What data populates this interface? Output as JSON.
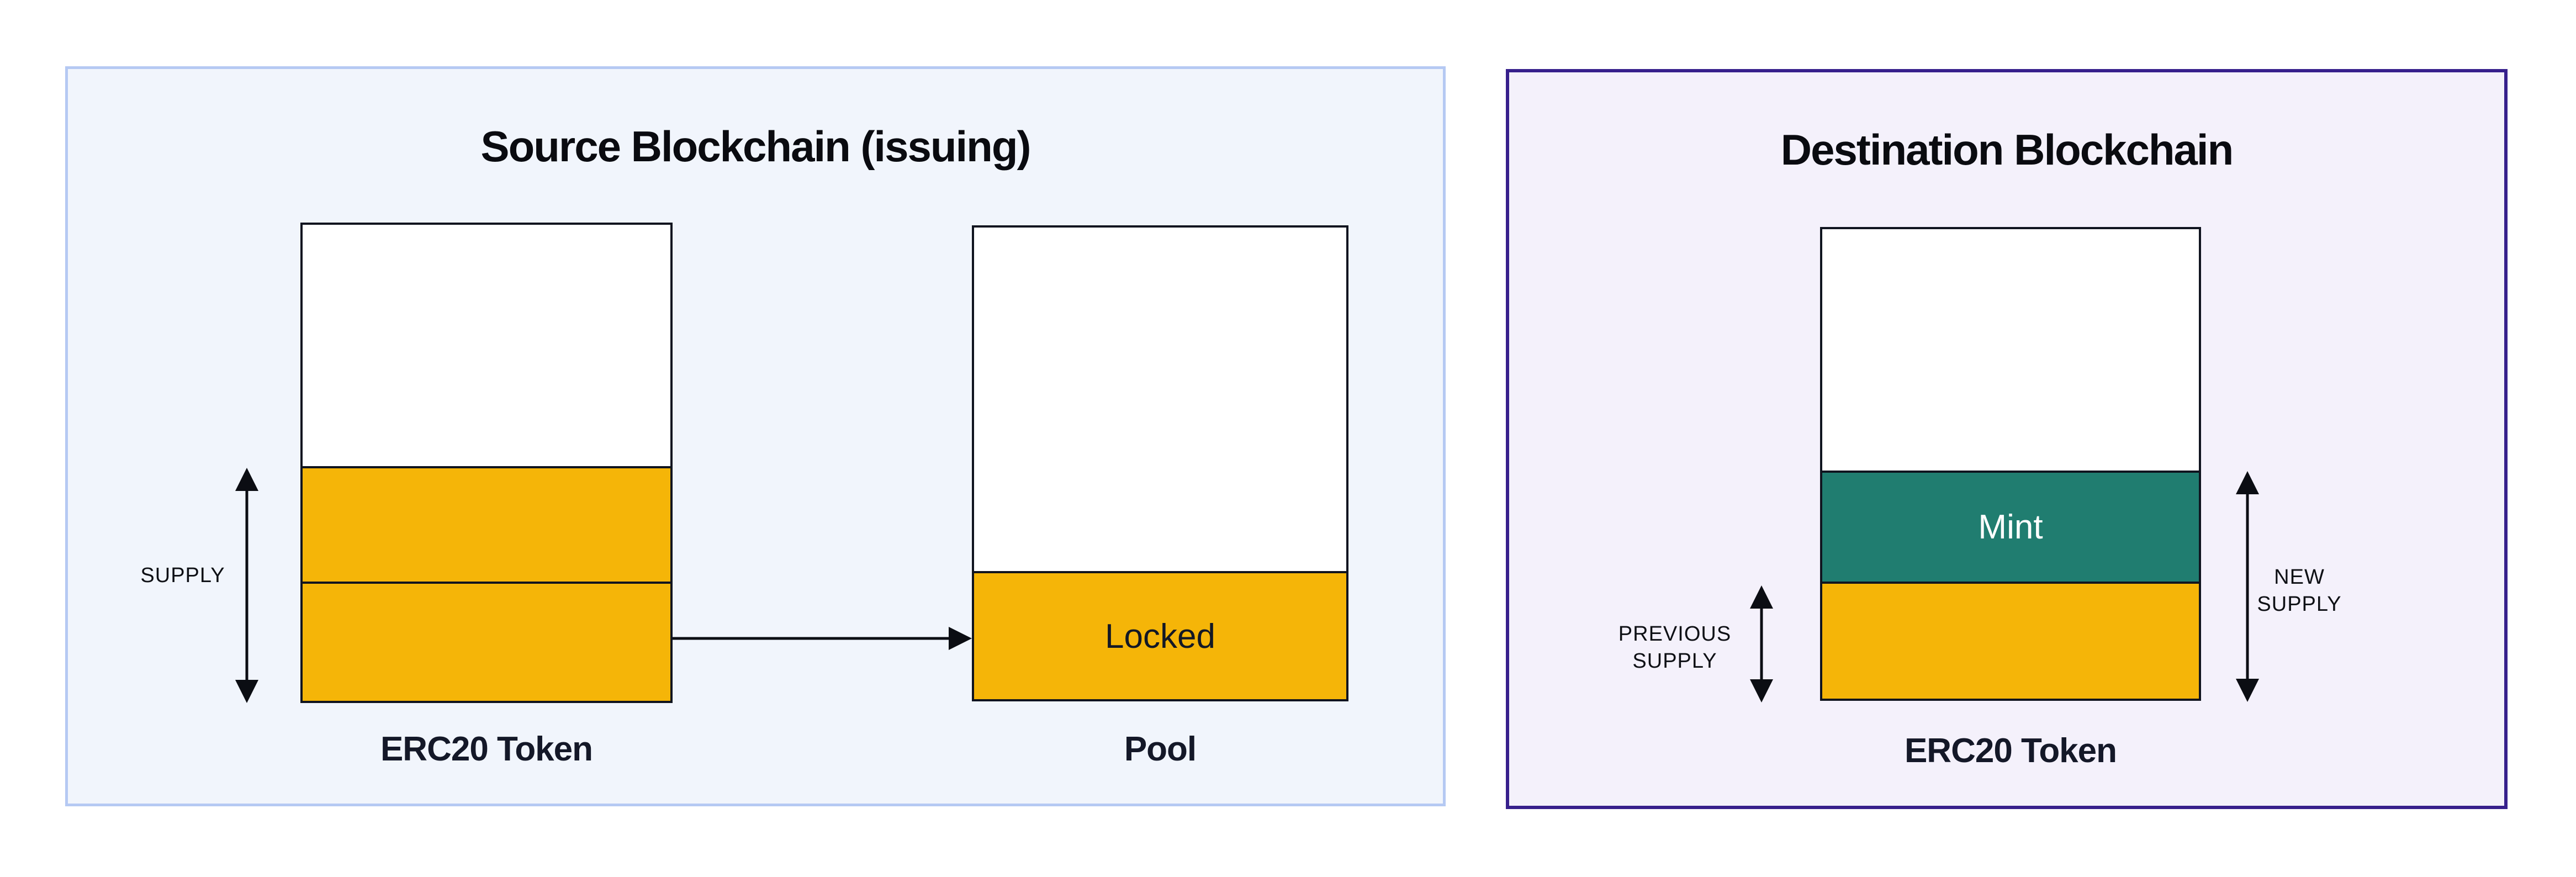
{
  "colors": {
    "page_bg": "#FFFFFF",
    "source_panel_bg": "#F1F5FC",
    "source_panel_border": "#B5C9F3",
    "destination_panel_bg": "#F4F1FB",
    "destination_panel_border": "#37208C",
    "box_border": "#10141F",
    "orange_fill": "#F5B508",
    "teal_fill": "#207D70",
    "arrow_color": "#0B0D13",
    "dark_text": "#131825",
    "mint_text": "#FFFFFF"
  },
  "source_panel": {
    "title": "Source Blockchain (issuing)",
    "erc20_box_label": "ERC20 Token",
    "supply_label": "SUPPLY",
    "locked_label": "Locked",
    "pool_box_label": "Pool"
  },
  "destination_panel": {
    "title": "Destination Blockchain",
    "mint_label": "Mint",
    "erc20_box_label": "ERC20 Token",
    "previous_supply_line1": "PREVIOUS",
    "previous_supply_line2": "SUPPLY",
    "new_supply_line1": "NEW",
    "new_supply_line2": "SUPPLY"
  }
}
